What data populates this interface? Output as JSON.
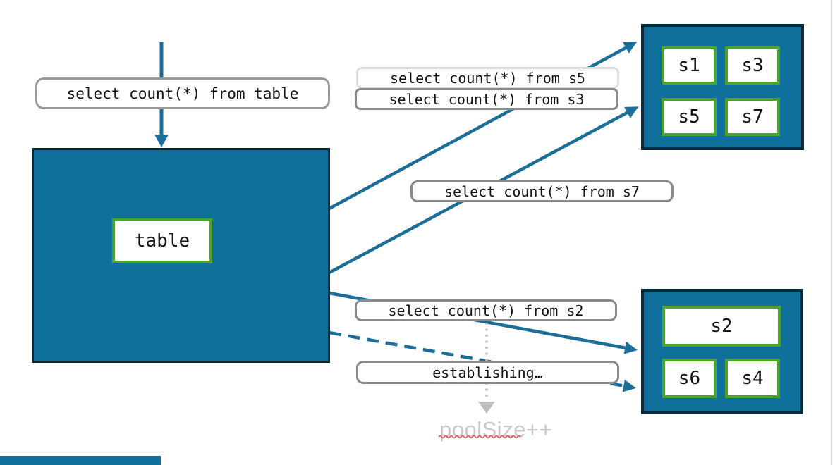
{
  "slide": {
    "query_labels": {
      "table": "select count(*) from table",
      "s5": "select count(*) from s5",
      "s3": "select count(*) from s3",
      "s7": "select count(*) from s7",
      "s2": "select count(*) from s2",
      "establishing": "establishing…"
    },
    "main_table": {
      "label": "table"
    },
    "shard_groups": {
      "top": {
        "shards": [
          "s1",
          "s3",
          "s5",
          "s7"
        ]
      },
      "bottom": {
        "shards": [
          "s2",
          "s6",
          "s4"
        ]
      }
    },
    "annotations": {
      "pool_size": "poolSize++"
    },
    "colors": {
      "teal_fill": "#10709c",
      "dark_border": "#0d2838",
      "green_border": "#4ea32d",
      "arrow": "#1b6e99",
      "label_border": "#8a8a8a",
      "label_border_light": "#dcdcdc",
      "muted_text": "#c9c9c9",
      "spellcheck_red": "#e25555"
    }
  }
}
